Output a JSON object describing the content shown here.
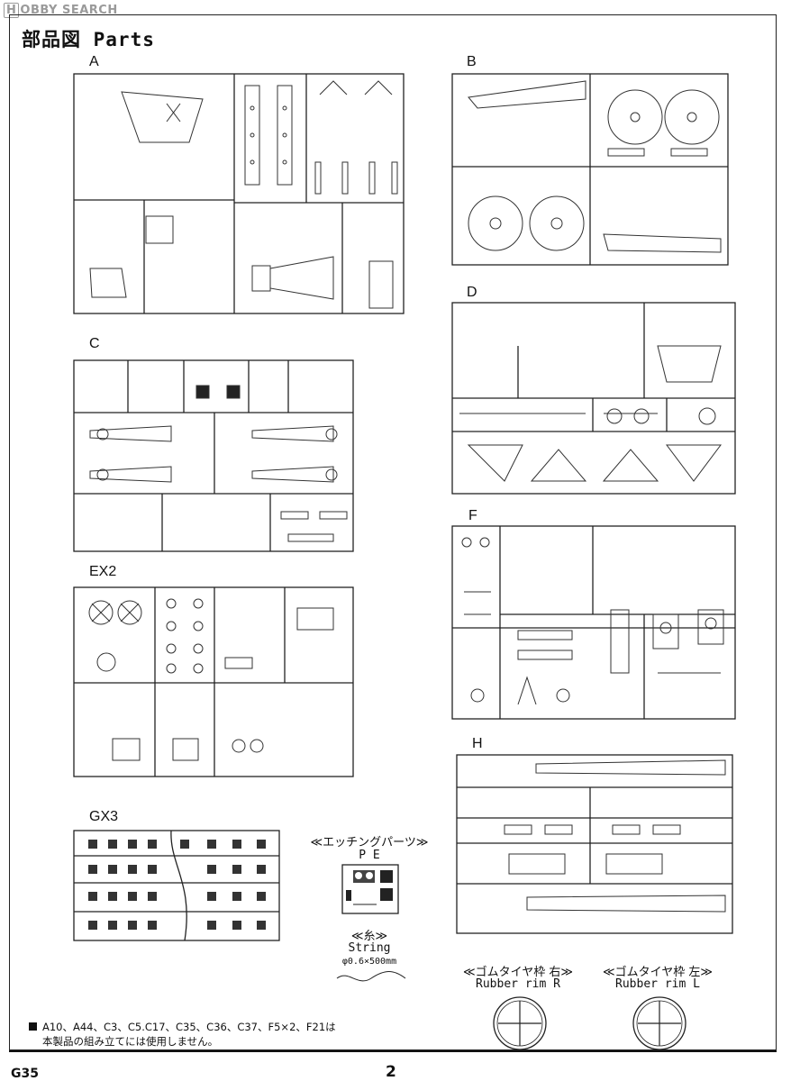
{
  "watermark": {
    "box_letter": "H",
    "text": "OBBY SEARCH"
  },
  "title": "部品図 Parts",
  "sprues": {
    "A": "A",
    "B": "B",
    "C": "C",
    "D": "D",
    "EX2": "EX2",
    "F": "F",
    "GX3": "GX3",
    "H": "H"
  },
  "etching": {
    "title": "≪エッチングパーツ≫",
    "subtitle": "P E"
  },
  "string": {
    "title": "≪糸≫",
    "subtitle": "String",
    "dimension": "φ0.6×500mm"
  },
  "rubber_right": {
    "title": "≪ゴムタイヤ枠 右≫",
    "subtitle": "Rubber rim R"
  },
  "rubber_left": {
    "title": "≪ゴムタイヤ枠 左≫",
    "subtitle": "Rubber rim L"
  },
  "note": {
    "line1": "A10、A44、C3、C5.C17、C35、C36、C37、F5×2、F21は",
    "line2": "本製品の組み立てには使用しません。"
  },
  "footer": {
    "code": "G35",
    "page": "2"
  }
}
